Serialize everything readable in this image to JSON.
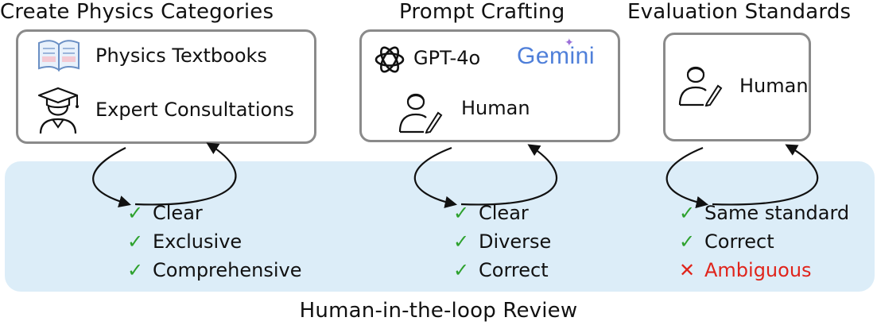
{
  "stages": [
    {
      "heading": "Create Physics Categories",
      "sources": [
        {
          "label": "Physics Textbooks",
          "icon": "textbook-icon"
        },
        {
          "label": "Expert Consultations",
          "icon": "graduate-icon"
        }
      ],
      "criteria": [
        {
          "text": "Clear",
          "status": "pass"
        },
        {
          "text": "Exclusive",
          "status": "pass"
        },
        {
          "text": "Comprehensive",
          "status": "pass"
        }
      ]
    },
    {
      "heading": "Prompt Crafting",
      "sources": [
        {
          "label": "GPT-4o",
          "icon": "openai-logo-icon"
        },
        {
          "label": "Gemini",
          "icon": "gemini-logo"
        },
        {
          "label": "Human",
          "icon": "human-writing-icon"
        }
      ],
      "criteria": [
        {
          "text": "Clear",
          "status": "pass"
        },
        {
          "text": "Diverse",
          "status": "pass"
        },
        {
          "text": "Correct",
          "status": "pass"
        }
      ]
    },
    {
      "heading": "Evaluation Standards",
      "sources": [
        {
          "label": "Human",
          "icon": "human-writing-icon"
        }
      ],
      "criteria": [
        {
          "text": "Same standard",
          "status": "pass"
        },
        {
          "text": "Correct",
          "status": "pass"
        },
        {
          "text": "Ambiguous",
          "status": "fail"
        }
      ]
    }
  ],
  "marks": {
    "pass": "✓",
    "fail": "✕"
  },
  "review": {
    "title": "Human-in-the-loop Review"
  },
  "colors": {
    "band": "#dcedf8",
    "pass": "#2da12d",
    "fail": "#e0241b",
    "card_border": "#8a8a8a",
    "gemini": "#4f7fd9"
  }
}
